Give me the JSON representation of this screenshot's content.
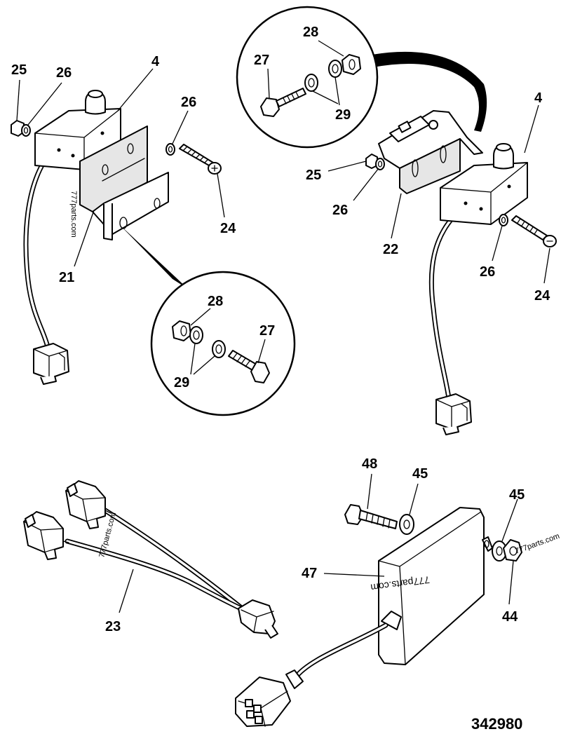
{
  "drawing": {
    "reference_number": "342980",
    "watermark": "777parts.com",
    "callouts": {
      "tl_25": "25",
      "tl_26a": "26",
      "tl_4": "4",
      "tl_26b": "26",
      "tl_24": "24",
      "tl_21": "21",
      "dl_28": "28",
      "dl_27": "27",
      "dl_29a": "29",
      "dl_29b": "29",
      "dt_28": "28",
      "dt_27": "27",
      "dt_29": "29",
      "tr_4": "4",
      "tr_25": "25",
      "tr_26a": "26",
      "tr_22": "22",
      "tr_26b": "26",
      "tr_24": "24",
      "bl_23": "23",
      "br_48": "48",
      "br_45a": "45",
      "br_45b": "45",
      "br_47": "47",
      "br_44": "44"
    }
  },
  "colors": {
    "ink": "#000000",
    "paper": "#ffffff",
    "shade": "#e6e6e6"
  }
}
